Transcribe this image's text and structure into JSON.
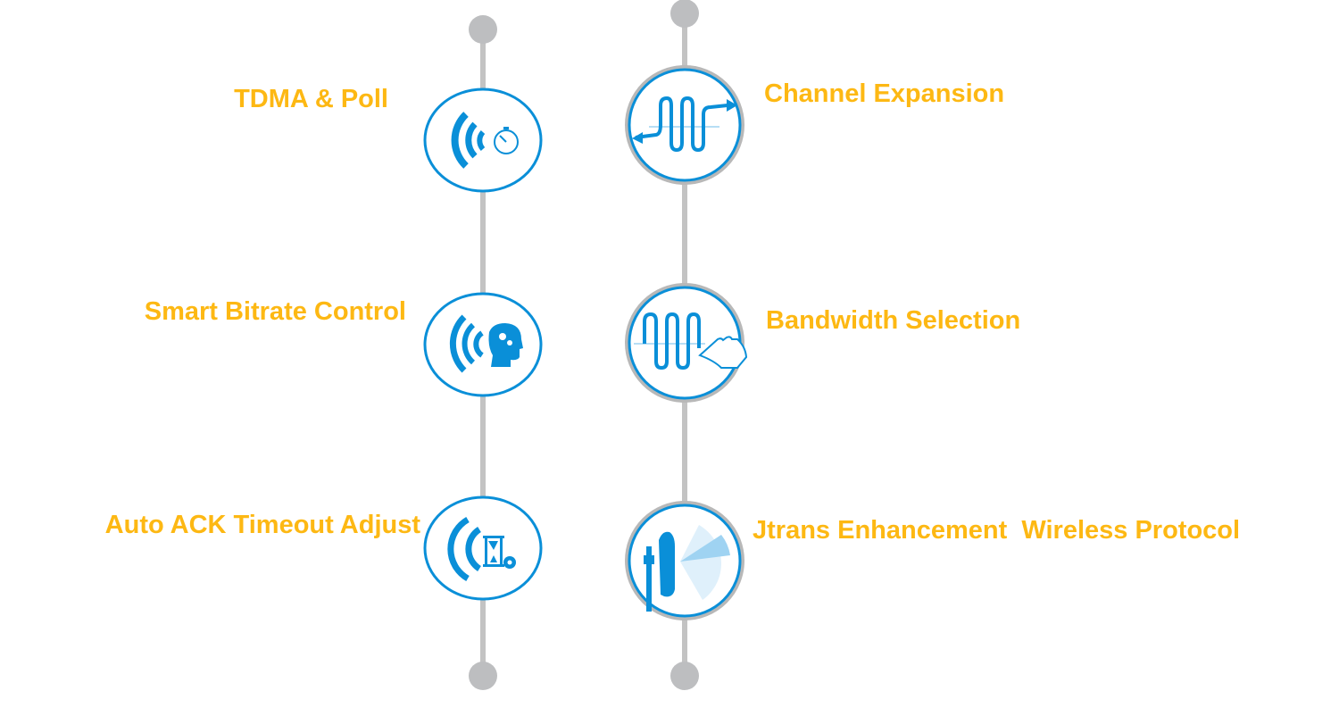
{
  "colors": {
    "label": "#FDB813",
    "accent": "#0a8fd8",
    "rail": "#c3c3c3"
  },
  "left_column": [
    {
      "label": "TDMA & Poll",
      "icon": "wifi-stopwatch-icon"
    },
    {
      "label": "Smart Bitrate Control",
      "icon": "wifi-brain-gears-icon"
    },
    {
      "label": "Auto ACK Timeout Adjust",
      "icon": "wifi-hourglass-gear-icon"
    }
  ],
  "right_column": [
    {
      "label": "Channel Expansion",
      "icon": "wave-expand-arrows-icon"
    },
    {
      "label": "Bandwidth Selection",
      "icon": "wave-hand-select-icon"
    },
    {
      "label": "Jtrans Enhancement  Wireless Protocol",
      "icon": "antenna-beam-icon"
    }
  ]
}
